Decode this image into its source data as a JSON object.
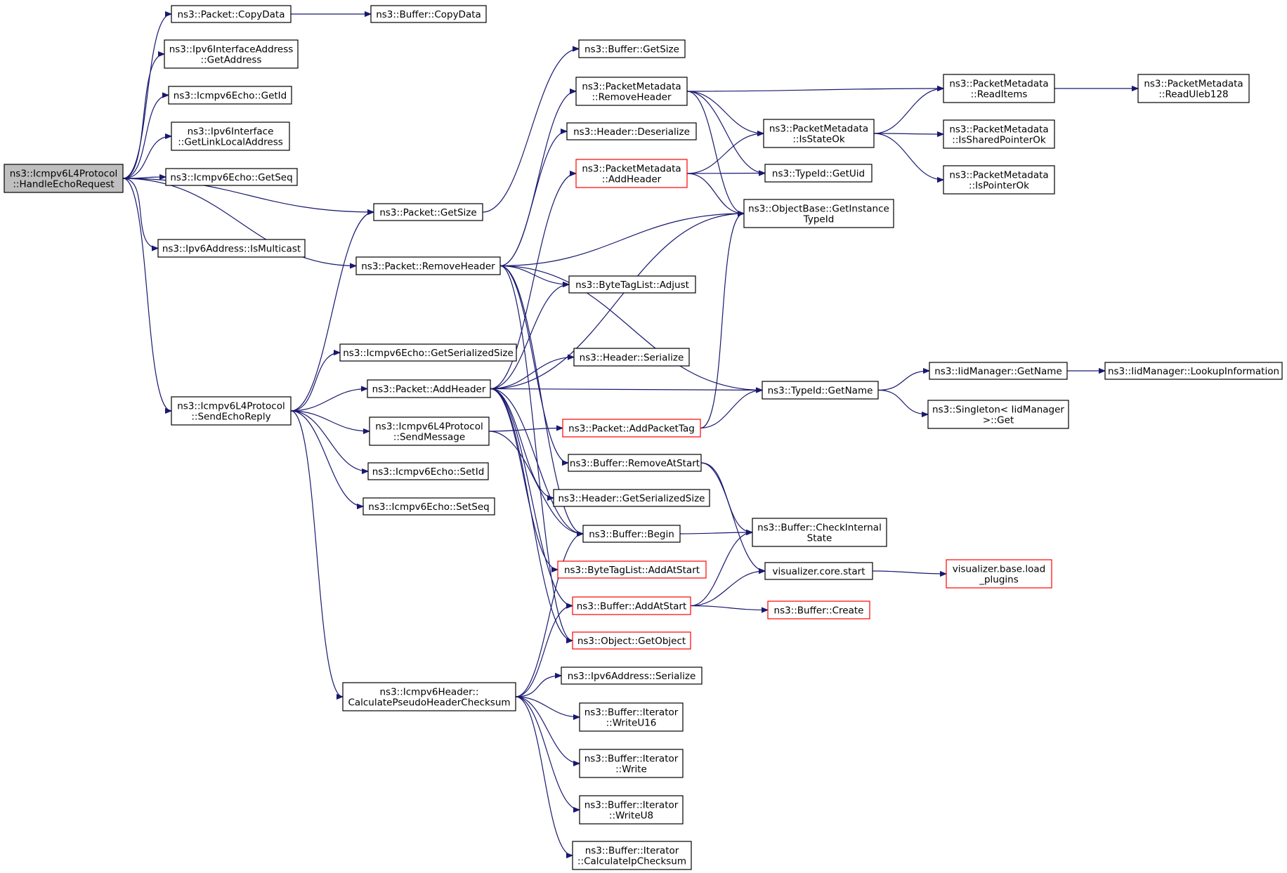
{
  "colors": {
    "edge": "#191970",
    "node_border": "#000000",
    "truncated_border": "#ff0000",
    "root_fill": "#bfbfbf"
  },
  "nodes": [
    {
      "id": "handle",
      "lines": [
        "ns3::Icmpv6L4Protocol",
        "::HandleEchoRequest"
      ],
      "style": "root"
    },
    {
      "id": "p_copydata",
      "lines": [
        "ns3::Packet::CopyData"
      ]
    },
    {
      "id": "b_copydata",
      "lines": [
        "ns3::Buffer::CopyData"
      ]
    },
    {
      "id": "ipv6ia_getaddr",
      "lines": [
        "ns3::Ipv6InterfaceAddress",
        "::GetAddress"
      ]
    },
    {
      "id": "echo_getid",
      "lines": [
        "ns3::Icmpv6Echo::GetId"
      ]
    },
    {
      "id": "ipv6if_getlla",
      "lines": [
        "ns3::Ipv6Interface",
        "::GetLinkLocalAddress"
      ]
    },
    {
      "id": "echo_getseq",
      "lines": [
        "ns3::Icmpv6Echo::GetSeq"
      ]
    },
    {
      "id": "p_getsize",
      "lines": [
        "ns3::Packet::GetSize"
      ]
    },
    {
      "id": "ipv6addr_ismc",
      "lines": [
        "ns3::Ipv6Address::IsMulticast"
      ]
    },
    {
      "id": "p_removeheader",
      "lines": [
        "ns3::Packet::RemoveHeader"
      ]
    },
    {
      "id": "echo_getsersize",
      "lines": [
        "ns3::Icmpv6Echo::GetSerializedSize"
      ]
    },
    {
      "id": "sendechoreply",
      "lines": [
        "ns3::Icmpv6L4Protocol",
        "::SendEchoReply"
      ]
    },
    {
      "id": "p_addheader",
      "lines": [
        "ns3::Packet::AddHeader"
      ]
    },
    {
      "id": "sendmessage",
      "lines": [
        "ns3::Icmpv6L4Protocol",
        "::SendMessage"
      ]
    },
    {
      "id": "echo_setid",
      "lines": [
        "ns3::Icmpv6Echo::SetId"
      ]
    },
    {
      "id": "echo_setseq",
      "lines": [
        "ns3::Icmpv6Echo::SetSeq"
      ]
    },
    {
      "id": "calcpseudo",
      "lines": [
        "ns3::Icmpv6Header::",
        "CalculatePseudoHeaderChecksum"
      ]
    },
    {
      "id": "b_getsize",
      "lines": [
        "ns3::Buffer::GetSize"
      ]
    },
    {
      "id": "pm_removeheader",
      "lines": [
        "ns3::PacketMetadata",
        "::RemoveHeader"
      ]
    },
    {
      "id": "h_deserialize",
      "lines": [
        "ns3::Header::Deserialize"
      ]
    },
    {
      "id": "pm_addheader",
      "lines": [
        "ns3::PacketMetadata",
        "::AddHeader"
      ],
      "style": "red"
    },
    {
      "id": "btl_adjust",
      "lines": [
        "ns3::ByteTagList::Adjust"
      ]
    },
    {
      "id": "h_serialize",
      "lines": [
        "ns3::Header::Serialize"
      ]
    },
    {
      "id": "p_addpackettag",
      "lines": [
        "ns3::Packet::AddPacketTag"
      ],
      "style": "red"
    },
    {
      "id": "b_removeatstart",
      "lines": [
        "ns3::Buffer::RemoveAtStart"
      ]
    },
    {
      "id": "h_getsersize",
      "lines": [
        "ns3::Header::GetSerializedSize"
      ]
    },
    {
      "id": "b_begin",
      "lines": [
        "ns3::Buffer::Begin"
      ]
    },
    {
      "id": "btl_addatstart",
      "lines": [
        "ns3::ByteTagList::AddAtStart"
      ],
      "style": "red"
    },
    {
      "id": "b_addatstart",
      "lines": [
        "ns3::Buffer::AddAtStart"
      ],
      "style": "red"
    },
    {
      "id": "o_getobject",
      "lines": [
        "ns3::Object::GetObject"
      ],
      "style": "red"
    },
    {
      "id": "ipv6addr_ser",
      "lines": [
        "ns3::Ipv6Address::Serialize"
      ]
    },
    {
      "id": "it_writeu16",
      "lines": [
        "ns3::Buffer::Iterator",
        "::WriteU16"
      ]
    },
    {
      "id": "it_write",
      "lines": [
        "ns3::Buffer::Iterator",
        "::Write"
      ]
    },
    {
      "id": "it_writeu8",
      "lines": [
        "ns3::Buffer::Iterator",
        "::WriteU8"
      ]
    },
    {
      "id": "it_calcip",
      "lines": [
        "ns3::Buffer::Iterator",
        "::CalculateIpChecksum"
      ]
    },
    {
      "id": "pm_isstateok",
      "lines": [
        "ns3::PacketMetadata",
        "::IsStateOk"
      ]
    },
    {
      "id": "typeid_getuid",
      "lines": [
        "ns3::TypeId::GetUid"
      ]
    },
    {
      "id": "ob_getinsttid",
      "lines": [
        "ns3::ObjectBase::GetInstance",
        "TypeId"
      ]
    },
    {
      "id": "typeid_getname",
      "lines": [
        "ns3::TypeId::GetName"
      ]
    },
    {
      "id": "b_checkinternal",
      "lines": [
        "ns3::Buffer::CheckInternal",
        "State"
      ]
    },
    {
      "id": "viz_core_start",
      "lines": [
        "visualizer.core.start"
      ]
    },
    {
      "id": "b_create",
      "lines": [
        "ns3::Buffer::Create"
      ],
      "style": "red"
    },
    {
      "id": "pm_readitems",
      "lines": [
        "ns3::PacketMetadata",
        "::ReadItems"
      ]
    },
    {
      "id": "pm_issharedptrok",
      "lines": [
        "ns3::PacketMetadata",
        "::IsSharedPointerOk"
      ]
    },
    {
      "id": "pm_isptrok",
      "lines": [
        "ns3::PacketMetadata",
        "::IsPointerOk"
      ]
    },
    {
      "id": "iid_getname",
      "lines": [
        "ns3::IidManager::GetName"
      ]
    },
    {
      "id": "singleton_get",
      "lines": [
        "ns3::Singleton< IidManager",
        ">::Get"
      ]
    },
    {
      "id": "viz_base_load",
      "lines": [
        "visualizer.base.load",
        "_plugins"
      ],
      "style": "red"
    },
    {
      "id": "pm_readuleb",
      "lines": [
        "ns3::PacketMetadata",
        "::ReadUleb128"
      ]
    },
    {
      "id": "iid_lookup",
      "lines": [
        "ns3::IidManager::LookupInformation"
      ]
    }
  ],
  "edges": [
    [
      "handle",
      "p_copydata"
    ],
    [
      "handle",
      "ipv6ia_getaddr"
    ],
    [
      "handle",
      "echo_getid"
    ],
    [
      "handle",
      "ipv6if_getlla"
    ],
    [
      "handle",
      "echo_getseq"
    ],
    [
      "handle",
      "p_getsize"
    ],
    [
      "handle",
      "ipv6addr_ismc"
    ],
    [
      "handle",
      "p_removeheader"
    ],
    [
      "handle",
      "sendechoreply"
    ],
    [
      "p_copydata",
      "b_copydata"
    ],
    [
      "p_getsize",
      "b_getsize"
    ],
    [
      "p_removeheader",
      "pm_removeheader"
    ],
    [
      "p_removeheader",
      "h_deserialize"
    ],
    [
      "p_removeheader",
      "ob_getinsttid"
    ],
    [
      "p_removeheader",
      "typeid_getname"
    ],
    [
      "p_removeheader",
      "btl_adjust"
    ],
    [
      "p_removeheader",
      "b_removeatstart"
    ],
    [
      "p_removeheader",
      "b_begin"
    ],
    [
      "p_removeheader",
      "o_getobject"
    ],
    [
      "sendechoreply",
      "p_getsize"
    ],
    [
      "sendechoreply",
      "echo_getsersize"
    ],
    [
      "sendechoreply",
      "p_addheader"
    ],
    [
      "sendechoreply",
      "sendmessage"
    ],
    [
      "sendechoreply",
      "echo_setid"
    ],
    [
      "sendechoreply",
      "echo_setseq"
    ],
    [
      "sendechoreply",
      "calcpseudo"
    ],
    [
      "p_addheader",
      "pm_addheader"
    ],
    [
      "p_addheader",
      "ob_getinsttid"
    ],
    [
      "p_addheader",
      "btl_adjust"
    ],
    [
      "p_addheader",
      "h_serialize"
    ],
    [
      "p_addheader",
      "typeid_getname"
    ],
    [
      "p_addheader",
      "h_getsersize"
    ],
    [
      "p_addheader",
      "b_begin"
    ],
    [
      "p_addheader",
      "btl_addatstart"
    ],
    [
      "p_addheader",
      "b_addatstart"
    ],
    [
      "p_addheader",
      "o_getobject"
    ],
    [
      "sendmessage",
      "p_addpackettag"
    ],
    [
      "sendmessage",
      "b_begin"
    ],
    [
      "calcpseudo",
      "b_begin"
    ],
    [
      "calcpseudo",
      "b_addatstart"
    ],
    [
      "calcpseudo",
      "ipv6addr_ser"
    ],
    [
      "calcpseudo",
      "it_writeu16"
    ],
    [
      "calcpseudo",
      "it_write"
    ],
    [
      "calcpseudo",
      "it_writeu8"
    ],
    [
      "calcpseudo",
      "it_calcip"
    ],
    [
      "pm_removeheader",
      "pm_readitems"
    ],
    [
      "pm_removeheader",
      "pm_isstateok"
    ],
    [
      "pm_removeheader",
      "typeid_getuid"
    ],
    [
      "pm_removeheader",
      "ob_getinsttid"
    ],
    [
      "pm_addheader",
      "pm_isstateok"
    ],
    [
      "pm_addheader",
      "typeid_getuid"
    ],
    [
      "pm_addheader",
      "ob_getinsttid"
    ],
    [
      "p_addpackettag",
      "ob_getinsttid"
    ],
    [
      "p_addpackettag",
      "typeid_getname"
    ],
    [
      "b_removeatstart",
      "b_checkinternal"
    ],
    [
      "b_removeatstart",
      "viz_core_start"
    ],
    [
      "b_begin",
      "b_checkinternal"
    ],
    [
      "b_addatstart",
      "b_checkinternal"
    ],
    [
      "b_addatstart",
      "viz_core_start"
    ],
    [
      "b_addatstart",
      "b_create"
    ],
    [
      "pm_isstateok",
      "pm_readitems"
    ],
    [
      "pm_isstateok",
      "pm_issharedptrok"
    ],
    [
      "pm_isstateok",
      "pm_isptrok"
    ],
    [
      "typeid_getname",
      "iid_getname"
    ],
    [
      "typeid_getname",
      "singleton_get"
    ],
    [
      "viz_core_start",
      "viz_base_load"
    ],
    [
      "pm_readitems",
      "pm_readuleb"
    ],
    [
      "iid_getname",
      "iid_lookup"
    ]
  ]
}
